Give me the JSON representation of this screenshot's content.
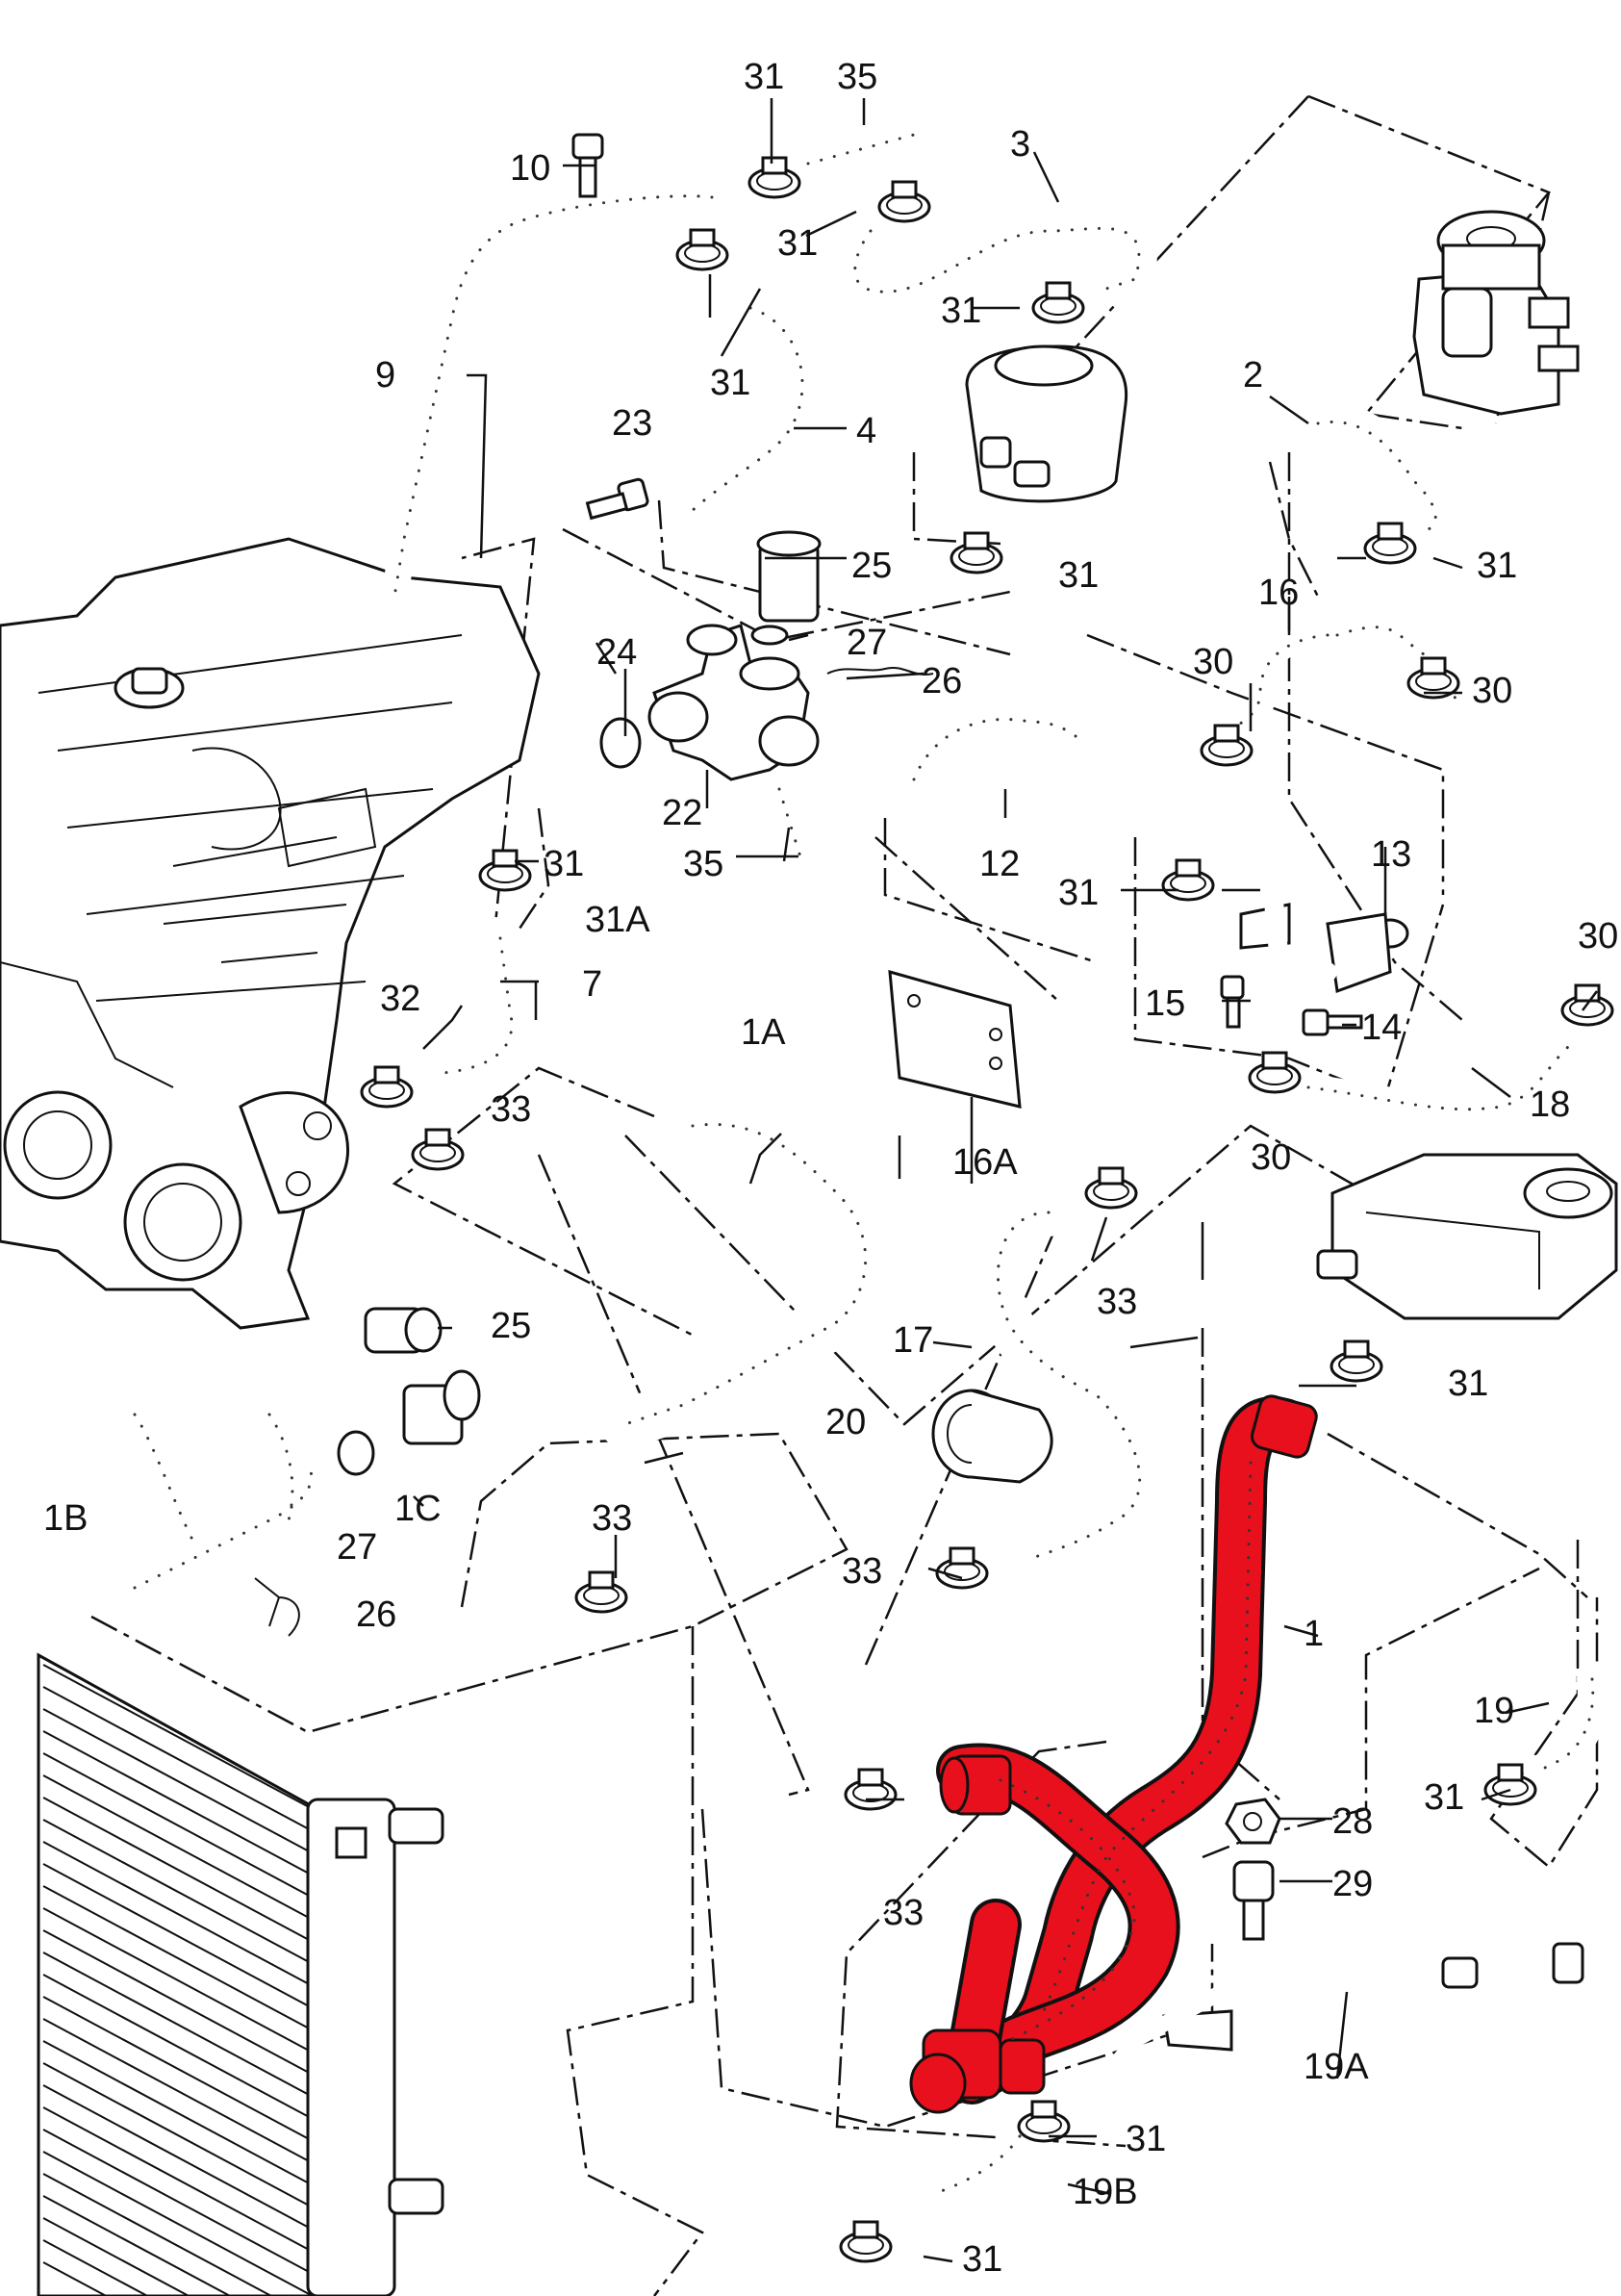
{
  "highlight_color": "#e8101c",
  "callouts": [
    {
      "id": "c10",
      "label": "10"
    },
    {
      "id": "c31a",
      "label": "31"
    },
    {
      "id": "c35a",
      "label": "35"
    },
    {
      "id": "c3",
      "label": "3"
    },
    {
      "id": "c31b",
      "label": "31"
    },
    {
      "id": "c31c",
      "label": "31"
    },
    {
      "id": "c9",
      "label": "9"
    },
    {
      "id": "c31d",
      "label": "31"
    },
    {
      "id": "c4",
      "label": "4"
    },
    {
      "id": "c23",
      "label": "23"
    },
    {
      "id": "c2",
      "label": "2"
    },
    {
      "id": "c25a",
      "label": "25"
    },
    {
      "id": "c31e",
      "label": "31"
    },
    {
      "id": "c31f",
      "label": "31"
    },
    {
      "id": "c16",
      "label": "16"
    },
    {
      "id": "c27a",
      "label": "27"
    },
    {
      "id": "c24",
      "label": "24"
    },
    {
      "id": "c26a",
      "label": "26"
    },
    {
      "id": "c30a",
      "label": "30"
    },
    {
      "id": "c30b",
      "label": "30"
    },
    {
      "id": "c22",
      "label": "22"
    },
    {
      "id": "c12",
      "label": "12"
    },
    {
      "id": "c13",
      "label": "13"
    },
    {
      "id": "c31g",
      "label": "31"
    },
    {
      "id": "c35b",
      "label": "35"
    },
    {
      "id": "c31h",
      "label": "31"
    },
    {
      "id": "c31A",
      "label": "31A"
    },
    {
      "id": "c30c",
      "label": "30"
    },
    {
      "id": "c7",
      "label": "7"
    },
    {
      "id": "c32",
      "label": "32"
    },
    {
      "id": "c15",
      "label": "15"
    },
    {
      "id": "c14",
      "label": "14"
    },
    {
      "id": "c1A",
      "label": "1A"
    },
    {
      "id": "c33a",
      "label": "33"
    },
    {
      "id": "c18",
      "label": "18"
    },
    {
      "id": "c30d",
      "label": "30"
    },
    {
      "id": "c16A",
      "label": "16A"
    },
    {
      "id": "c33b",
      "label": "33"
    },
    {
      "id": "c25b",
      "label": "25"
    },
    {
      "id": "c17",
      "label": "17"
    },
    {
      "id": "c31i",
      "label": "31"
    },
    {
      "id": "c20",
      "label": "20"
    },
    {
      "id": "c1B",
      "label": "1B"
    },
    {
      "id": "c1C",
      "label": "1C"
    },
    {
      "id": "c27b",
      "label": "27"
    },
    {
      "id": "c33c",
      "label": "33"
    },
    {
      "id": "c33d",
      "label": "33"
    },
    {
      "id": "c26b",
      "label": "26"
    },
    {
      "id": "c1",
      "label": "1"
    },
    {
      "id": "c19",
      "label": "19"
    },
    {
      "id": "c31j",
      "label": "31"
    },
    {
      "id": "c28",
      "label": "28"
    },
    {
      "id": "c29",
      "label": "29"
    },
    {
      "id": "c33e",
      "label": "33"
    },
    {
      "id": "c19A",
      "label": "19A"
    },
    {
      "id": "c31k",
      "label": "31"
    },
    {
      "id": "c19B",
      "label": "19B"
    },
    {
      "id": "c31l",
      "label": "31"
    }
  ]
}
